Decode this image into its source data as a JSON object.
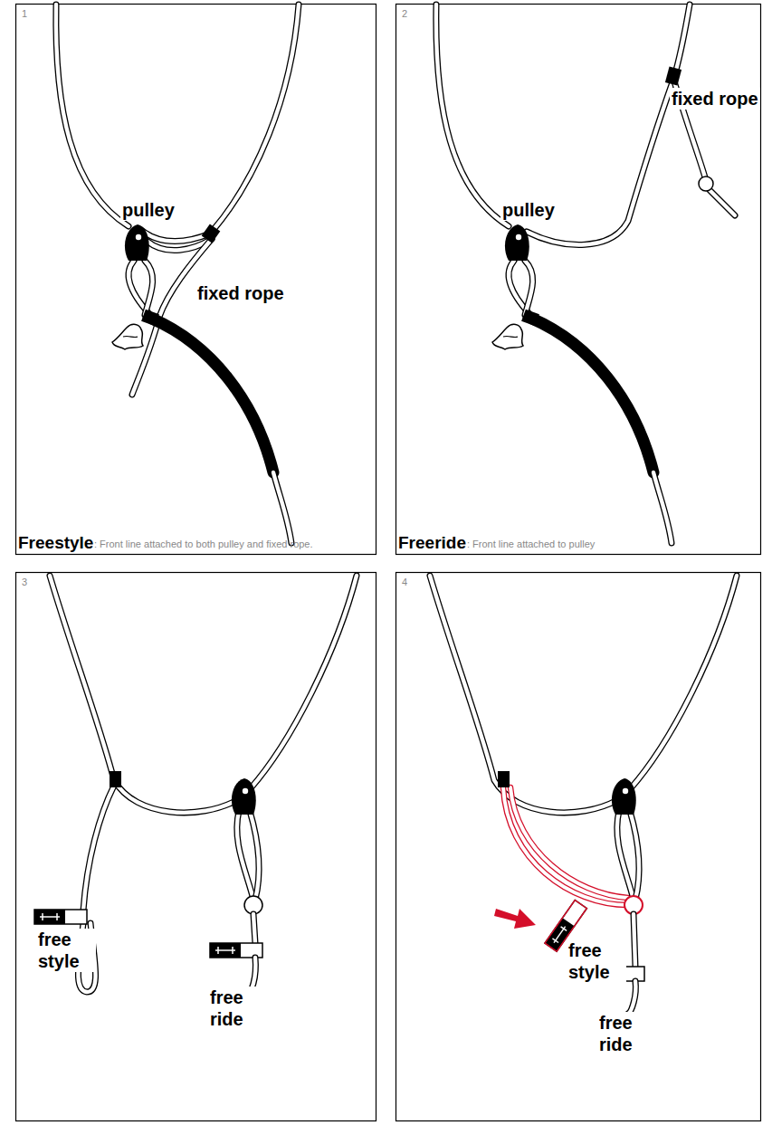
{
  "diagram": {
    "labels": [
      "1",
      "pulley",
      "fixed rope",
      "Freestyle",
      ": Front line attached to both pulley and fixed rope.",
      "2",
      "pulley",
      "fixed rope",
      "Freeride",
      ": Front line attached to pulley",
      "3",
      "free style",
      "free ride",
      "4",
      "free style",
      "free ride"
    ]
  }
}
